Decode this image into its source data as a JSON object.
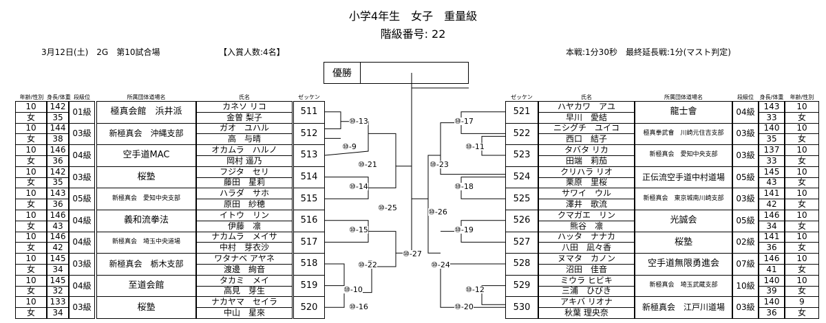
{
  "title": "小学4年生　女子　重量級",
  "subtitle": "階級番号: 22",
  "info": {
    "date_venue": "3月12日(土)　2G　第10試合場",
    "winners": "【入賞人数:4名】",
    "rules": "本戦:1分30秒　最終延長戦:1分(マスト判定)"
  },
  "champion_label": "優勝",
  "headers": {
    "age_gender": "年齢/性別",
    "height_weight": "身長/体重",
    "rank": "段級位",
    "dojo": "所属団体道場名",
    "name": "氏名",
    "zekken": "ゼッケン"
  },
  "left_entries": [
    {
      "age": "10",
      "gender": "女",
      "height": "142",
      "weight": "35",
      "rank": "01級",
      "dojo": "極真会館　浜井派",
      "kana": "カネソ リコ",
      "kanji": "金曽 梨子",
      "zekken": "511"
    },
    {
      "age": "10",
      "gender": "女",
      "height": "144",
      "weight": "38",
      "rank": "03級",
      "dojo": "新極真会　沖縄支部",
      "kana": "ガオ　ユハル",
      "kanji": "高　与晴",
      "zekken": "512"
    },
    {
      "age": "10",
      "gender": "女",
      "height": "146",
      "weight": "36",
      "rank": "04級",
      "dojo": "空手道MAC",
      "kana": "オカムラ　ハルノ",
      "kanji": "岡村 遥乃",
      "zekken": "513"
    },
    {
      "age": "10",
      "gender": "女",
      "height": "142",
      "weight": "35",
      "rank": "03級",
      "dojo": "桜塾",
      "kana": "フジタ　セリ",
      "kanji": "藤田　星莉",
      "zekken": "514"
    },
    {
      "age": "10",
      "gender": "女",
      "height": "143",
      "weight": "36",
      "rank": "05級",
      "dojo": "新極真会　愛知中央支部",
      "kana": "ハラダ　サホ",
      "kanji": "原田　紗穂",
      "zekken": "515"
    },
    {
      "age": "10",
      "gender": "女",
      "height": "146",
      "weight": "43",
      "rank": "04級",
      "dojo": "義和流拳法",
      "kana": "イトウ　リン",
      "kanji": "伊藤　凛",
      "zekken": "516"
    },
    {
      "age": "10",
      "gender": "女",
      "height": "146",
      "weight": "42",
      "rank": "04級",
      "dojo": "新極真会　埼玉中央道場",
      "kana": "ナカムラ　メイサ",
      "kanji": "中村　芽衣沙",
      "zekken": "517"
    },
    {
      "age": "10",
      "gender": "女",
      "height": "145",
      "weight": "34",
      "rank": "03級",
      "dojo": "新極真会　栃木支部",
      "kana": "ワタナベ アヤネ",
      "kanji": "渡邊　絢音",
      "zekken": "518"
    },
    {
      "age": "10",
      "gender": "女",
      "height": "145",
      "weight": "32",
      "rank": "04級",
      "dojo": "至道会館",
      "kana": "タカミ　メイ",
      "kanji": "高見　芽生",
      "zekken": "519"
    },
    {
      "age": "10",
      "gender": "女",
      "height": "133",
      "weight": "34",
      "rank": "03級",
      "dojo": "桜塾",
      "kana": "ナカヤマ　セイラ",
      "kanji": "中山　星來",
      "zekken": "520"
    }
  ],
  "right_entries": [
    {
      "age": "10",
      "gender": "女",
      "height": "143",
      "weight": "33",
      "rank": "04級",
      "dojo": "龍士會",
      "kana": "ハヤカワ　アユ",
      "kanji": "早川　愛結",
      "zekken": "521"
    },
    {
      "age": "10",
      "gender": "女",
      "height": "140",
      "weight": "35",
      "rank": "03級",
      "dojo": "極真拳武會　川崎元住吉支部",
      "kana": "ニシグチ　ユイコ",
      "kanji": "西口　結子",
      "zekken": "522"
    },
    {
      "age": "10",
      "gender": "女",
      "height": "137",
      "weight": "33",
      "rank": "03級",
      "dojo": "新極真会　愛知中央支部",
      "kana": "タバタ リカ",
      "kanji": "田端　莉茄",
      "zekken": "523"
    },
    {
      "age": "10",
      "gender": "女",
      "height": "145",
      "weight": "43",
      "rank": "05級",
      "dojo": "正伝流空手道中村道場",
      "kana": "クリハラ リオ",
      "kanji": "栗原　里桜",
      "zekken": "524"
    },
    {
      "age": "10",
      "gender": "女",
      "height": "141",
      "weight": "42",
      "rank": "03級",
      "dojo": "新極真会　東京城南川崎支部",
      "kana": "サワイ　ウル",
      "kanji": "澤井　歌流",
      "zekken": "525"
    },
    {
      "age": "10",
      "gender": "女",
      "height": "146",
      "weight": "34",
      "rank": "05級",
      "dojo": "光誠会",
      "kana": "クマガエ　リン",
      "kanji": "熊谷　凛",
      "zekken": "526"
    },
    {
      "age": "10",
      "gender": "女",
      "height": "141",
      "weight": "36",
      "rank": "02級",
      "dojo": "桜塾",
      "kana": "ハッタ　ナナカ",
      "kanji": "八田　凪々香",
      "zekken": "527"
    },
    {
      "age": "10",
      "gender": "女",
      "height": "146",
      "weight": "41",
      "rank": "07級",
      "dojo": "空手道無限勇進会",
      "kana": "ヌマタ　カノン",
      "kanji": "沼田　佳音",
      "zekken": "528"
    },
    {
      "age": "10",
      "gender": "女",
      "height": "140",
      "weight": "39",
      "rank": "10級",
      "dojo": "新極真会　埼玉武蔵支部",
      "kana": "ミウラ ヒビキ",
      "kanji": "三浦　ひびき",
      "zekken": "529"
    },
    {
      "age": "9",
      "gender": "女",
      "height": "140",
      "weight": "36",
      "rank": "03級",
      "dojo": "新極真会　江戸川道場",
      "kana": "アキバ リオナ",
      "kanji": "秋葉 理央奈",
      "zekken": "530"
    }
  ],
  "matches": [
    {
      "no": "⑩",
      "n": "-13"
    },
    {
      "no": "⑩",
      "n": "-9"
    },
    {
      "no": "⑩",
      "n": "-21"
    },
    {
      "no": "⑩",
      "n": "-14"
    },
    {
      "no": "⑩",
      "n": "-25"
    },
    {
      "no": "⑩",
      "n": "-15"
    },
    {
      "no": "⑩",
      "n": "-22"
    },
    {
      "no": "⑩",
      "n": "-10"
    },
    {
      "no": "⑩",
      "n": "-16"
    },
    {
      "no": "⑩",
      "n": "-26"
    },
    {
      "no": "⑩",
      "n": "-27"
    },
    {
      "no": "⑩",
      "n": "-17"
    },
    {
      "no": "⑩",
      "n": "-11"
    },
    {
      "no": "⑩",
      "n": "-23"
    },
    {
      "no": "⑩",
      "n": "-18"
    },
    {
      "no": "⑩",
      "n": "-19"
    },
    {
      "no": "⑩",
      "n": "-24"
    },
    {
      "no": "⑩",
      "n": "-12"
    },
    {
      "no": "⑩",
      "n": "-20"
    }
  ]
}
